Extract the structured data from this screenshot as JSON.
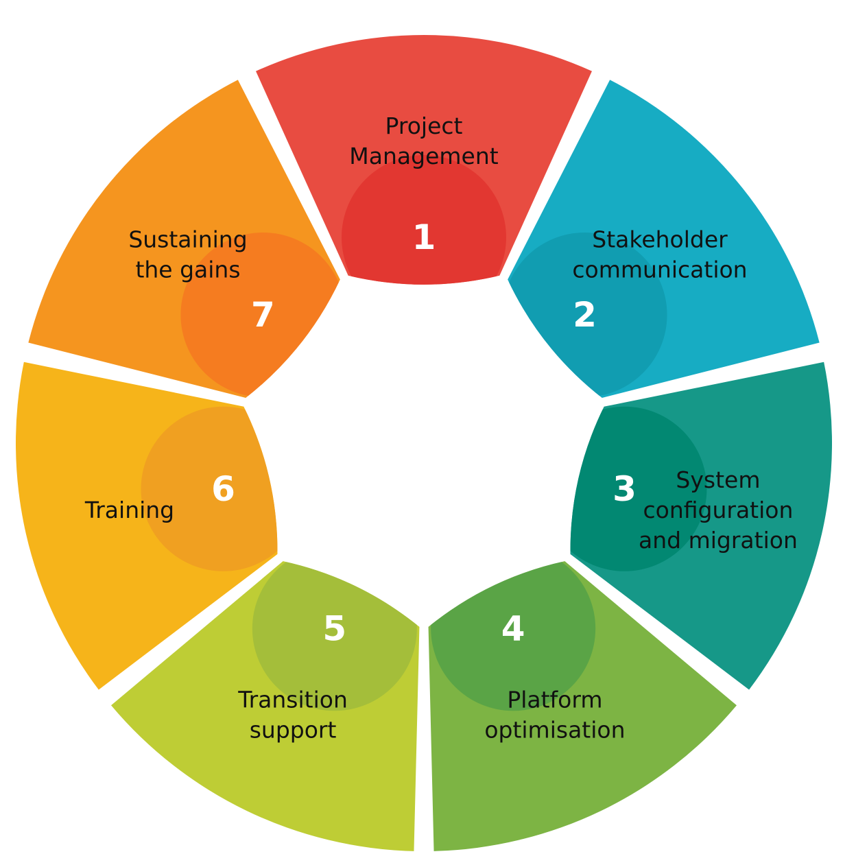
{
  "segments": [
    {
      "number": "1",
      "label_lines": [
        "Project",
        "Management"
      ],
      "color": "#E84C41",
      "accent": "#E23731"
    },
    {
      "number": "2",
      "label_lines": [
        "Stakeholder",
        "communication"
      ],
      "color": "#17ACC3",
      "accent": "#119DB1"
    },
    {
      "number": "3",
      "label_lines": [
        "System",
        "configuration",
        "and migration"
      ],
      "color": "#169888",
      "accent": "#028872"
    },
    {
      "number": "4",
      "label_lines": [
        "Platform",
        "optimisation"
      ],
      "color": "#7DB444",
      "accent": "#5AA446"
    },
    {
      "number": "5",
      "label_lines": [
        "Transition",
        "support"
      ],
      "color": "#BECD35",
      "accent": "#A4BE3A"
    },
    {
      "number": "6",
      "label_lines": [
        "Training"
      ],
      "color": "#F6B41A",
      "accent": "#F0A021"
    },
    {
      "number": "7",
      "label_lines": [
        "Sustaining",
        "the gains"
      ],
      "color": "#F5951F",
      "accent": "#F57C20"
    }
  ]
}
